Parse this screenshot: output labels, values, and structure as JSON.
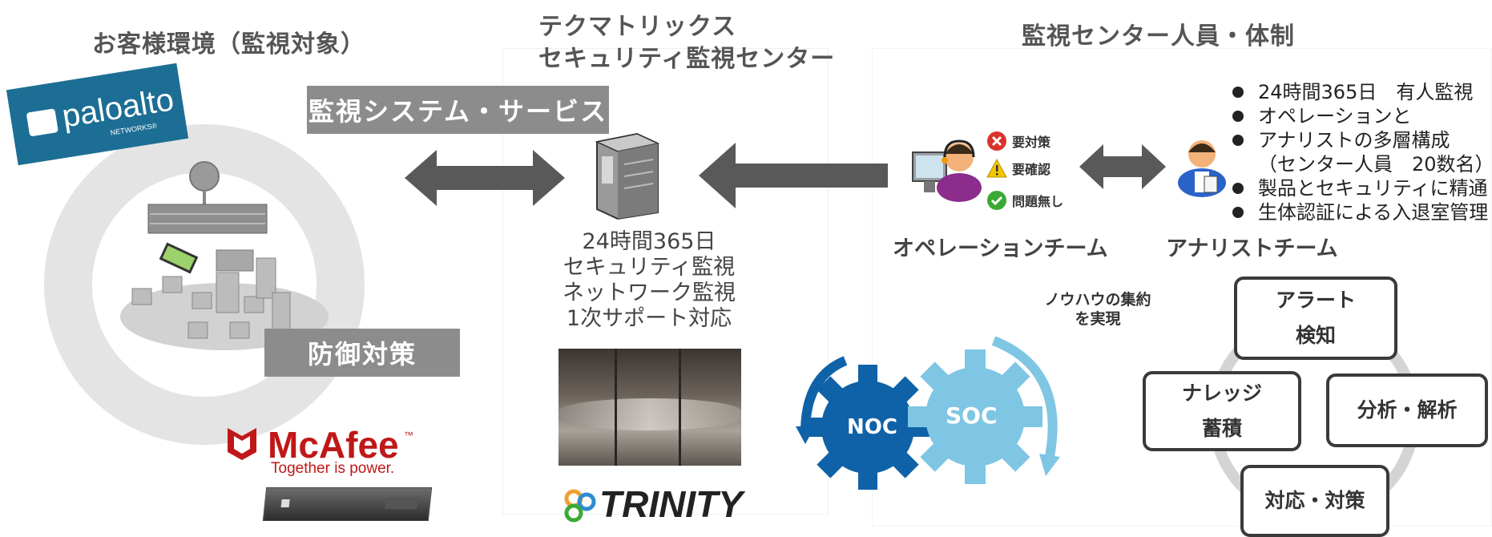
{
  "titles": {
    "customer": "お客様環境（監視対象）",
    "center_line1": "テクマトリックス",
    "center_line2": "セキュリティ監視センター",
    "staff": "監視センター人員・体制"
  },
  "labels": {
    "monitoring_system": "監視システム・サービス",
    "defense": "防御対策"
  },
  "logos": {
    "paloalto_main": "paloalto",
    "paloalto_sub": "NETWORKS®",
    "mcafee_main": "McAfee",
    "mcafee_tm": "™",
    "mcafee_tagline": "Together is power.",
    "trinity": "TRINITY"
  },
  "center_service": [
    "24時間365日",
    "セキュリティ監視",
    "ネットワーク監視",
    "1次サポート対応"
  ],
  "status_items": [
    {
      "label": "要対策",
      "icon": "error-x-icon",
      "color": "#d9342b"
    },
    {
      "label": "要確認",
      "icon": "warning-triangle-icon",
      "color": "#f2c500"
    },
    {
      "label": "問題無し",
      "icon": "check-circle-icon",
      "color": "#3aaa35"
    }
  ],
  "teams": {
    "operation": "オペレーションチーム",
    "analyst": "アナリストチーム"
  },
  "staff_points": [
    {
      "text": "24時間365日　有人監視",
      "bullet": true
    },
    {
      "text": "オペレーションと",
      "bullet": true
    },
    {
      "text": "アナリストの多層構成",
      "bullet": true
    },
    {
      "text": "（センター人員　20数名）",
      "bullet": false
    },
    {
      "text": "製品とセキュリティに精通",
      "bullet": true
    },
    {
      "text": "生体認証による入退室管理",
      "bullet": true
    }
  ],
  "knowhow": [
    "ノウハウの集約",
    "を実現"
  ],
  "gears": {
    "noc": "NOC",
    "soc": "SOC"
  },
  "cycle": {
    "alert": [
      "アラート",
      "検知"
    ],
    "analysis": "分析・解析",
    "response": "対応・対策",
    "knowledge": [
      "ナレッジ",
      "蓄積"
    ]
  },
  "colors": {
    "noc_gear": "#0f62a8",
    "soc_gear": "#7ec6e3",
    "arrow": "#595959",
    "label_box": "#8c8c8c",
    "paloalto": "#1c6e94",
    "mcafee": "#c01818"
  }
}
